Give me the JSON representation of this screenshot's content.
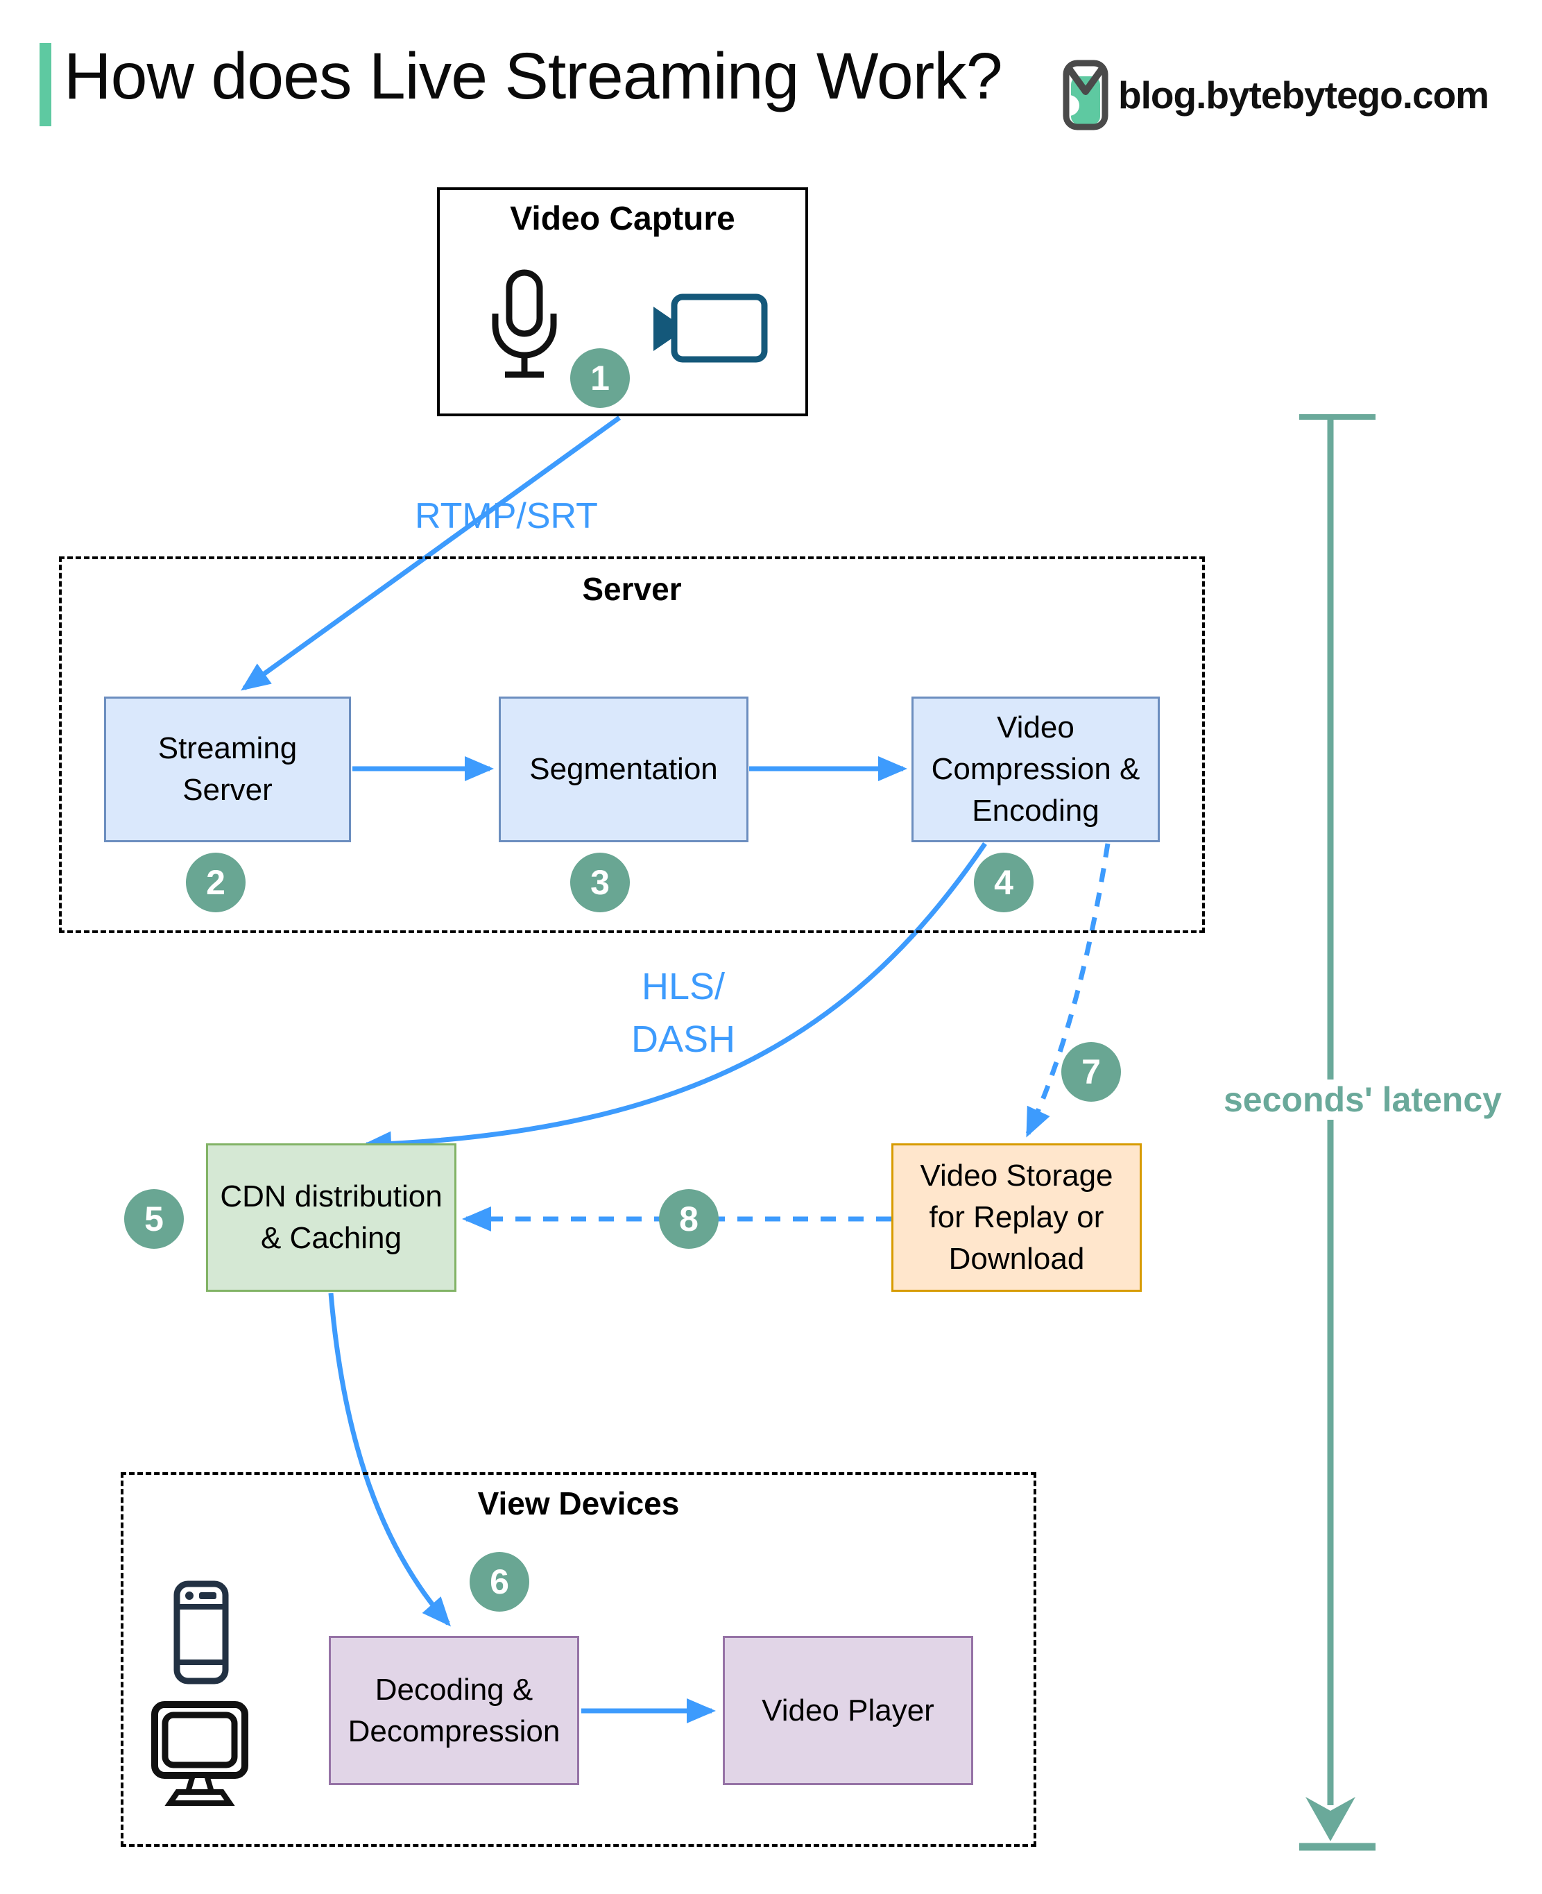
{
  "header": {
    "title": "How does Live Streaming Work?",
    "brand": "blog.bytebytego.com"
  },
  "groups": {
    "server": {
      "title": "Server"
    },
    "view_devices": {
      "title": "View Devices"
    }
  },
  "nodes": {
    "video_capture": {
      "title": "Video Capture",
      "step": "1"
    },
    "streaming_server": {
      "lines": [
        "Streaming",
        "Server"
      ],
      "step": "2"
    },
    "segmentation": {
      "label": "Segmentation",
      "step": "3"
    },
    "video_compression": {
      "lines": [
        "Video",
        "Compression &",
        "Encoding"
      ],
      "step": "4"
    },
    "cdn": {
      "lines": [
        "CDN distribution",
        "& Caching"
      ],
      "step": "5"
    },
    "decoding": {
      "lines": [
        "Decoding &",
        "Decompression"
      ],
      "step": "6"
    },
    "video_storage": {
      "lines": [
        "Video Storage",
        "for Replay or",
        "Download"
      ],
      "step": "7"
    },
    "video_player": {
      "label": "Video Player"
    }
  },
  "edges": {
    "rtmp_label": "RTMP/SRT",
    "hls_lines": [
      "HLS/",
      "DASH"
    ],
    "latency_label": "seconds' latency",
    "storage_to_cdn_step": "8"
  },
  "icons": {
    "brand_logo": "bytebytego-logo",
    "capture": [
      "microphone-icon",
      "video-camera-icon"
    ],
    "view_devices": [
      "smartphone-icon",
      "monitor-icon"
    ]
  },
  "colors": {
    "accent_green": "#5ec9a1",
    "arrow_blue": "#3d9bfd",
    "badge_teal": "#69a693",
    "latency_teal": "#6aa99a",
    "box_blue_fill": "#dae8fc",
    "box_blue_border": "#6c8ebf",
    "box_green_fill": "#d5e8d4",
    "box_green_border": "#82b366",
    "box_orange_fill": "#ffe6cc",
    "box_orange_border": "#d79b00",
    "box_purple_fill": "#e1d5e7",
    "box_purple_border": "#9673a6",
    "camera_icon": "#14587a"
  }
}
